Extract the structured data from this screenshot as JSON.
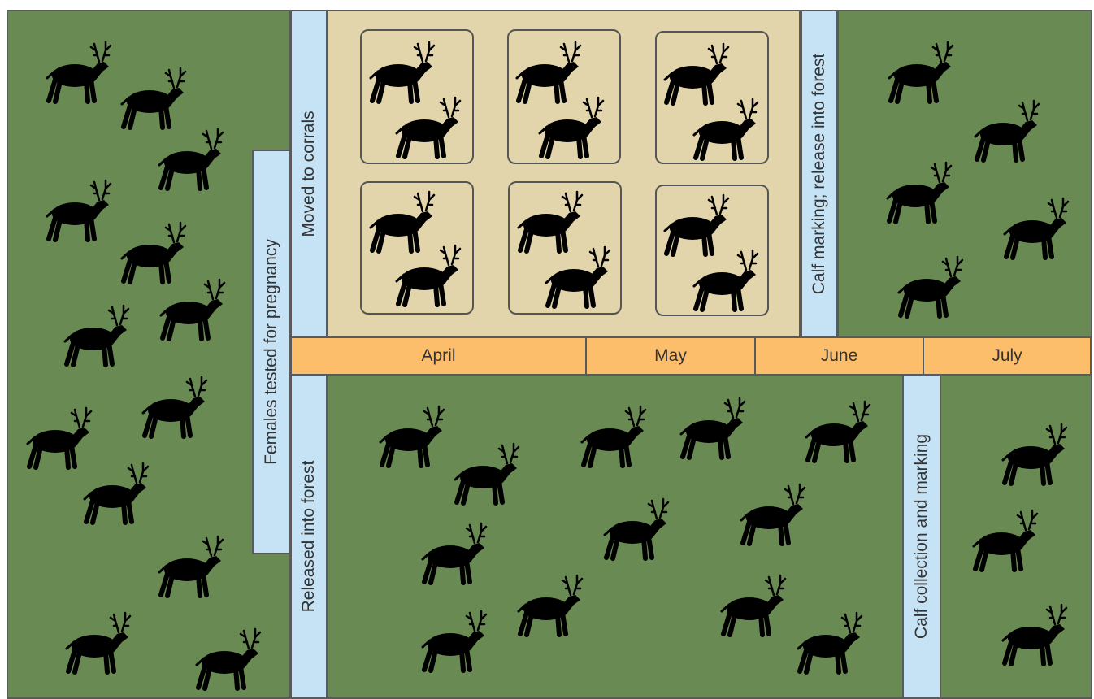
{
  "months": [
    "April",
    "May",
    "June",
    "July"
  ],
  "labels": {
    "pregnancy_test": "Females tested for pregnancy",
    "moved_to_corrals": "Moved to corrals",
    "released_into_forest": "Released into forest",
    "calf_marking_release": "Calf marking; release into forest",
    "calf_collection_marking": "Calf collection and marking"
  },
  "colors": {
    "forest": "#6a8a54",
    "corral_area": "#e2d4ab",
    "month_bar": "#fdbe6c",
    "label_box": "#c6e3f5",
    "animal": "#000000"
  },
  "icons": {
    "animal": "reindeer-silhouette-icon"
  }
}
